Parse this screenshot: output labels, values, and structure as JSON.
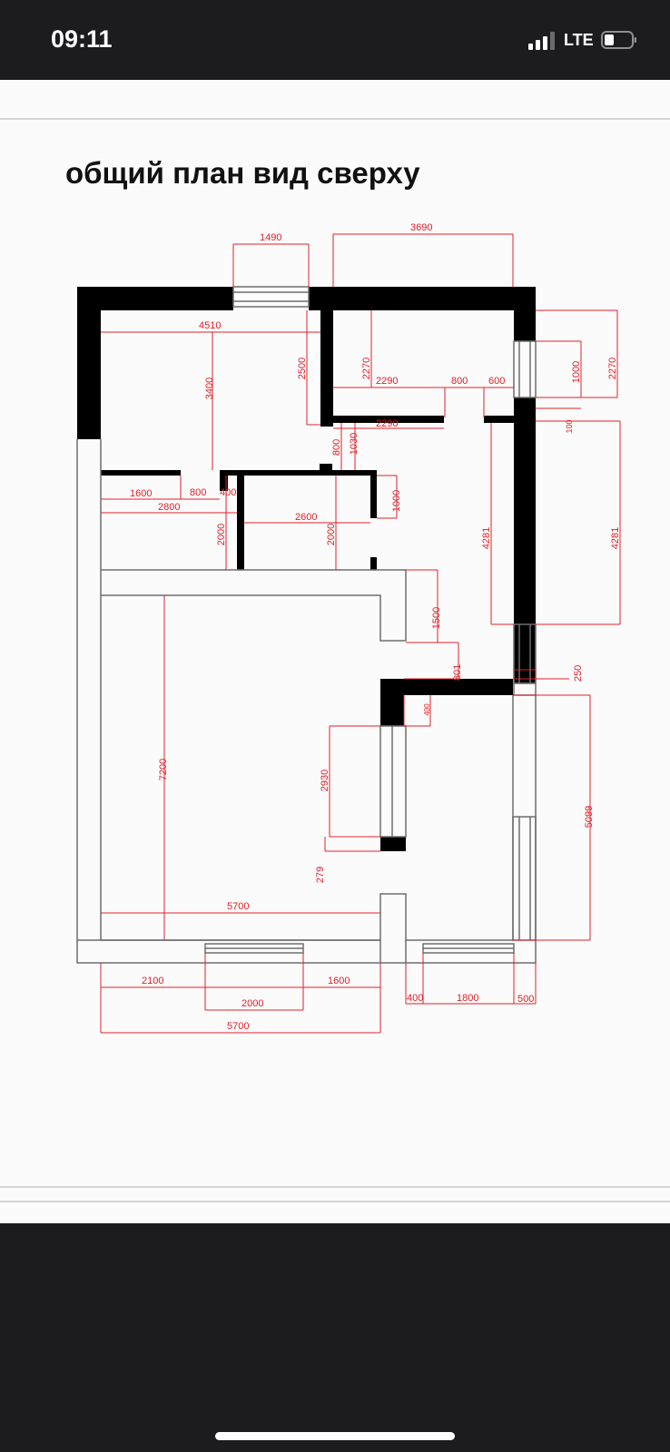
{
  "status_bar": {
    "time": "09:11",
    "carrier": "LTE",
    "icons": [
      "cellular-signal-icon",
      "battery-icon"
    ]
  },
  "document": {
    "title": "общий план вид сверху"
  },
  "floor_plan": {
    "dimension_labels": {
      "d1490": "1490",
      "d3690": "3690",
      "d2270_top": "2270",
      "d2270_right": "2270",
      "d4510": "4510",
      "d3400": "3400",
      "d2500": "2500",
      "d2290_upper": "2290",
      "d2290_lower": "2290",
      "d800_door": "800",
      "d600": "600",
      "d1000_right": "1000",
      "d100": "100",
      "d800_v": "800",
      "d1030": "1030",
      "d1600_hall": "1600",
      "d800_hall": "800",
      "d400_hall": "400",
      "d1000_bath": "1000",
      "d2800": "2800",
      "d2600": "2600",
      "d2000_left": "2000",
      "d2000_bath": "2000",
      "d4281_left": "4281",
      "d4281_right": "4281",
      "d1500": "1500",
      "d801": "801",
      "d250": "250",
      "d400_small": "400",
      "d2930": "2930",
      "d7200": "7200",
      "d5099": "5099",
      "d279": "279",
      "d5700_inner": "5700",
      "d2100": "2100",
      "d2000_bottom": "2000",
      "d1600_bottom": "1600",
      "d400_bottom": "400",
      "d1800": "1800",
      "d500": "500",
      "d5700_bottom": "5700"
    },
    "colors": {
      "wall": "#000000",
      "outline": "#6e6e6e",
      "dimension": "#e0202a",
      "paper": "#fbfbfb"
    }
  }
}
